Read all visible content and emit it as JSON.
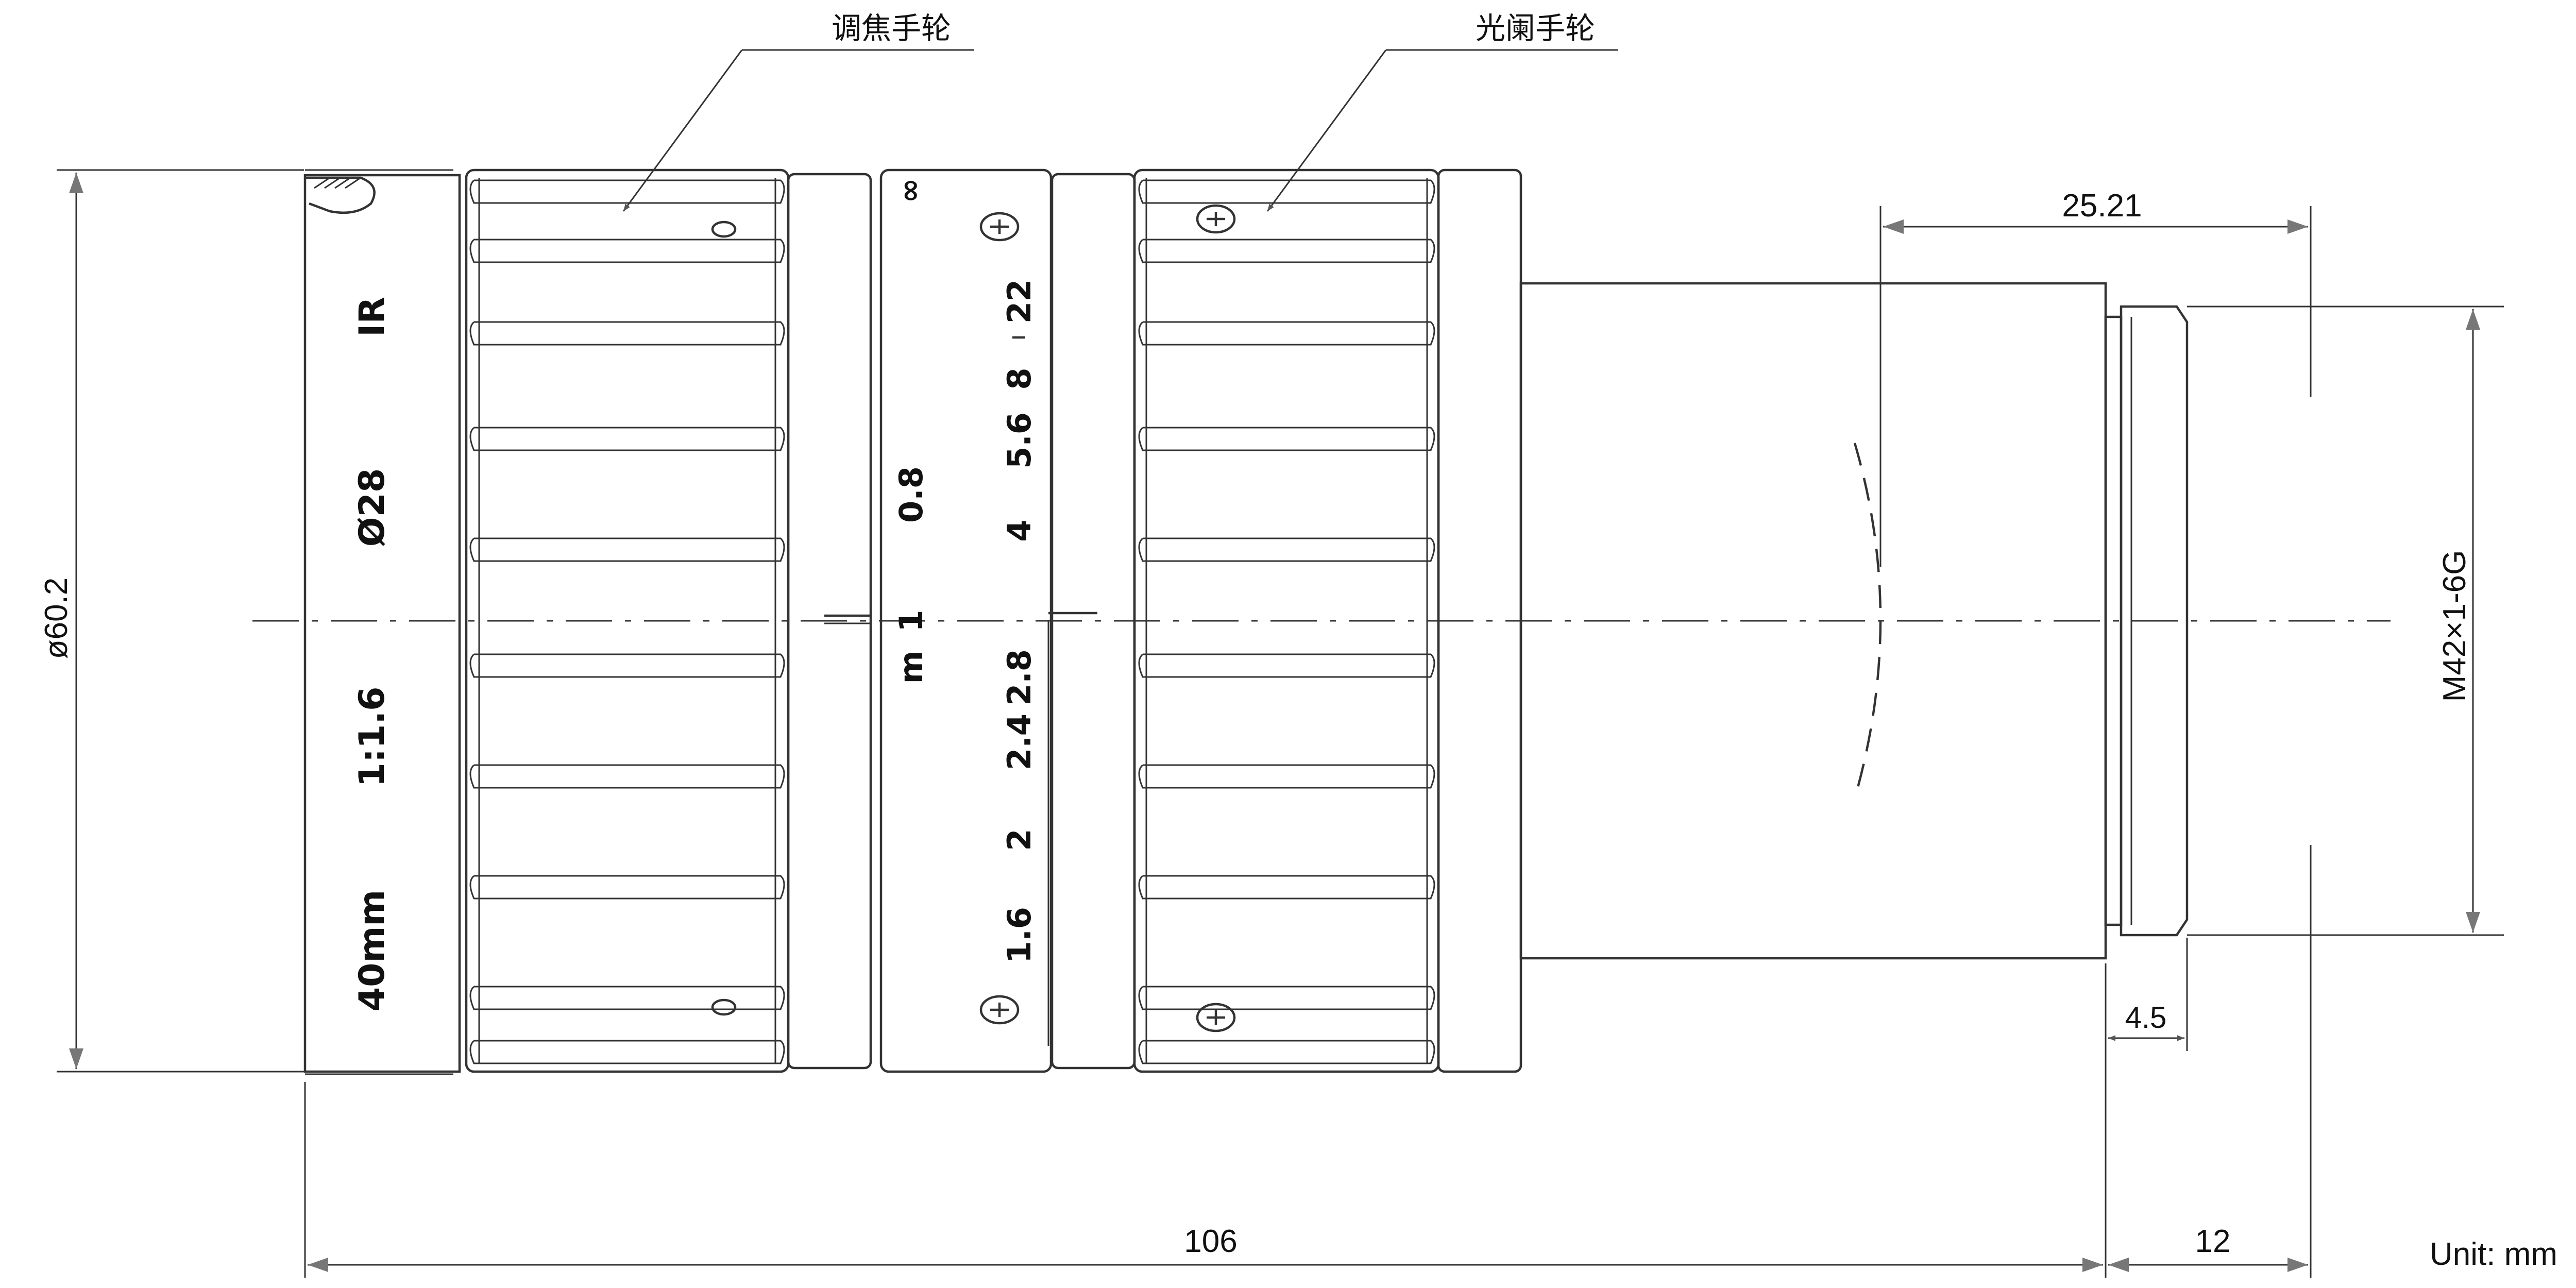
{
  "callouts": {
    "focus_ring": "调焦手轮",
    "iris_ring": "光阑手轮"
  },
  "dimensions": {
    "diameter": "ø60.2",
    "total_length": "106",
    "back_focal": "25.21",
    "mount_thread": "M42×1-6G",
    "flange_offset": "4.5",
    "mount_length": "12"
  },
  "unit_label": "Unit: mm",
  "barrel_markings": {
    "ir": "IR",
    "filter": "Ø28",
    "aperture_ratio": "1:1.6",
    "focal_length": "40mm"
  },
  "focus_scale": [
    "∞",
    "0.8",
    "1",
    "m"
  ],
  "aperture_scale": [
    "22",
    "8",
    "5.6",
    "4",
    "2.8",
    "2.4",
    "2",
    "1.6"
  ],
  "colors": {
    "line": "#333333",
    "text": "#111111",
    "background": "#ffffff"
  }
}
